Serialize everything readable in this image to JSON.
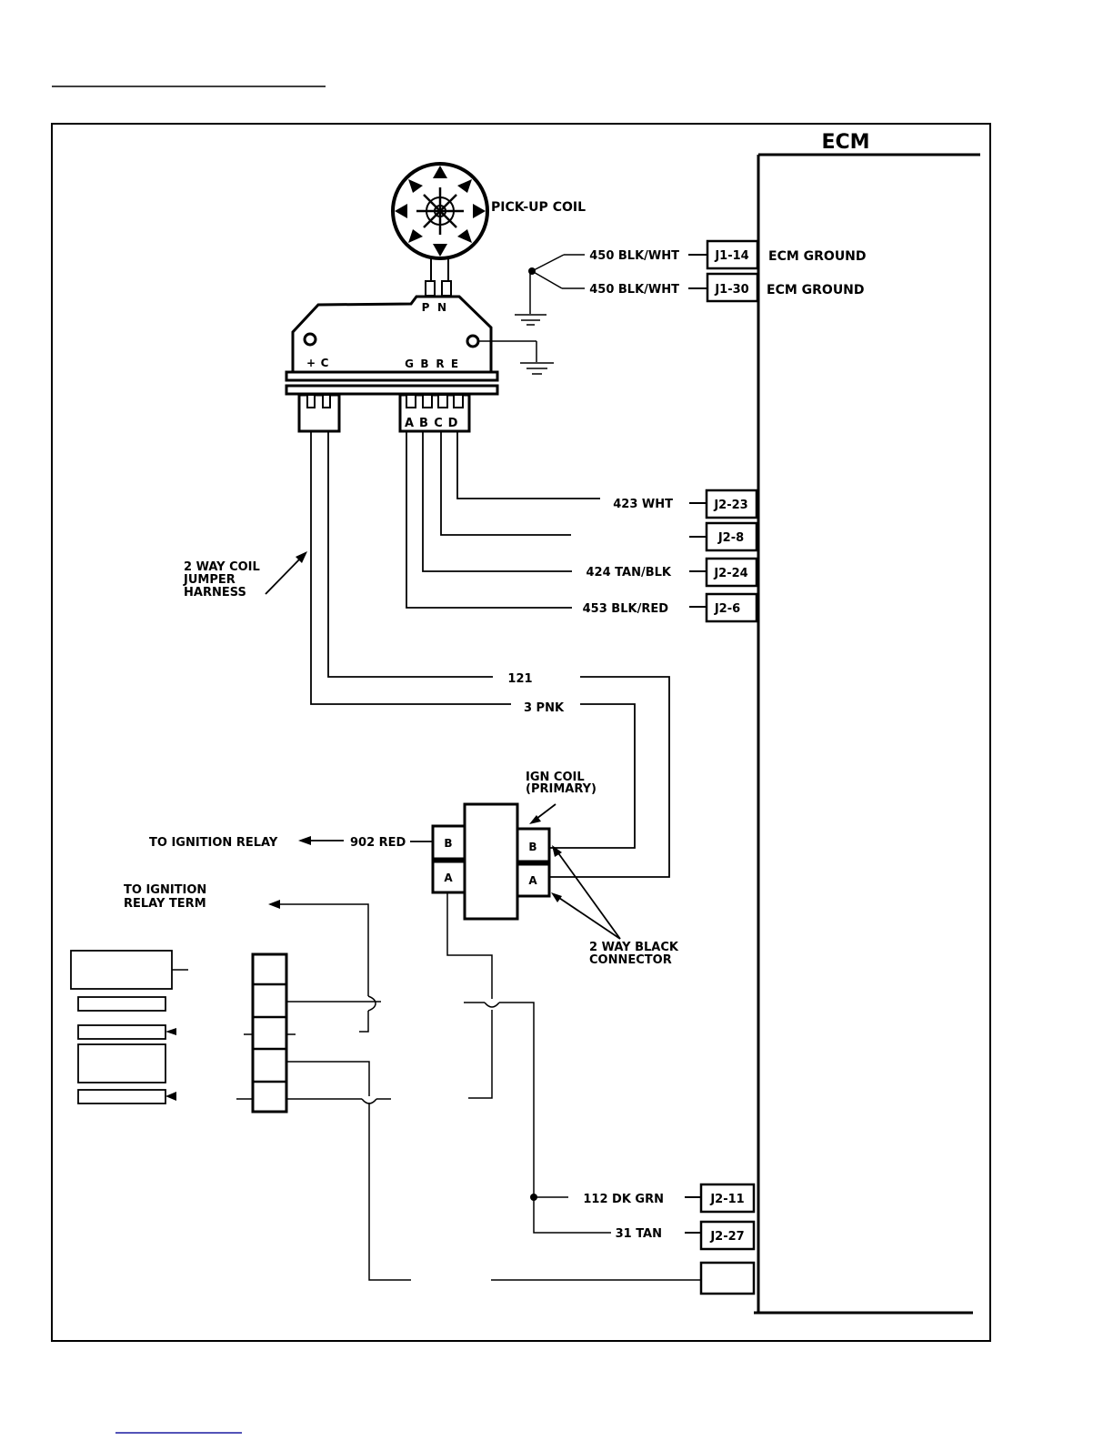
{
  "page": {
    "header_rule_color": "#000000",
    "footer_rule_color": "#1a1aa0"
  },
  "ecm": {
    "title": "ECM",
    "pins": [
      {
        "id": "J1-14",
        "wire": "450 BLK/WHT",
        "function": "ECM GROUND"
      },
      {
        "id": "J1-30",
        "wire": "450 BLK/WHT",
        "function": "ECM GROUND"
      },
      {
        "id": "J2-23",
        "wire": "423 WHT",
        "function": ""
      },
      {
        "id": "J2-8",
        "wire": "",
        "function": ""
      },
      {
        "id": "J2-24",
        "wire": "424 TAN/BLK",
        "function": ""
      },
      {
        "id": "J2-6",
        "wire": "453 BLK/RED",
        "function": ""
      },
      {
        "id": "J2-11",
        "wire": "112 DK GRN",
        "function": ""
      },
      {
        "id": "J2-27",
        "wire": "31 TAN",
        "function": ""
      },
      {
        "id": "",
        "wire": "",
        "function": ""
      }
    ]
  },
  "pickup_coil": {
    "label": "PICK-UP COIL",
    "terminals": [
      "P",
      "N"
    ]
  },
  "ignition_module": {
    "terminals_left": [
      "+",
      "C"
    ],
    "terminals_right": [
      "G",
      "B",
      "R",
      "E"
    ],
    "connector_pins": [
      "A",
      "B",
      "C",
      "D"
    ]
  },
  "wires": {
    "w121": "121",
    "w3pnk": "3 PNK",
    "w902": "902 RED"
  },
  "labels": {
    "jumper_harness": [
      "2 WAY COIL",
      "JUMPER",
      "HARNESS"
    ],
    "ign_coil": [
      "IGN COIL",
      "(PRIMARY)"
    ],
    "to_ignition_relay": "TO IGNITION RELAY",
    "to_ignition_relay_term": [
      "TO IGNITION",
      "RELAY TERM"
    ],
    "black_connector": [
      "2 WAY BLACK",
      "CONNECTOR"
    ]
  },
  "ign_coil": {
    "left_terminals": [
      "B",
      "A"
    ],
    "right_terminals": [
      "B",
      "A"
    ]
  }
}
